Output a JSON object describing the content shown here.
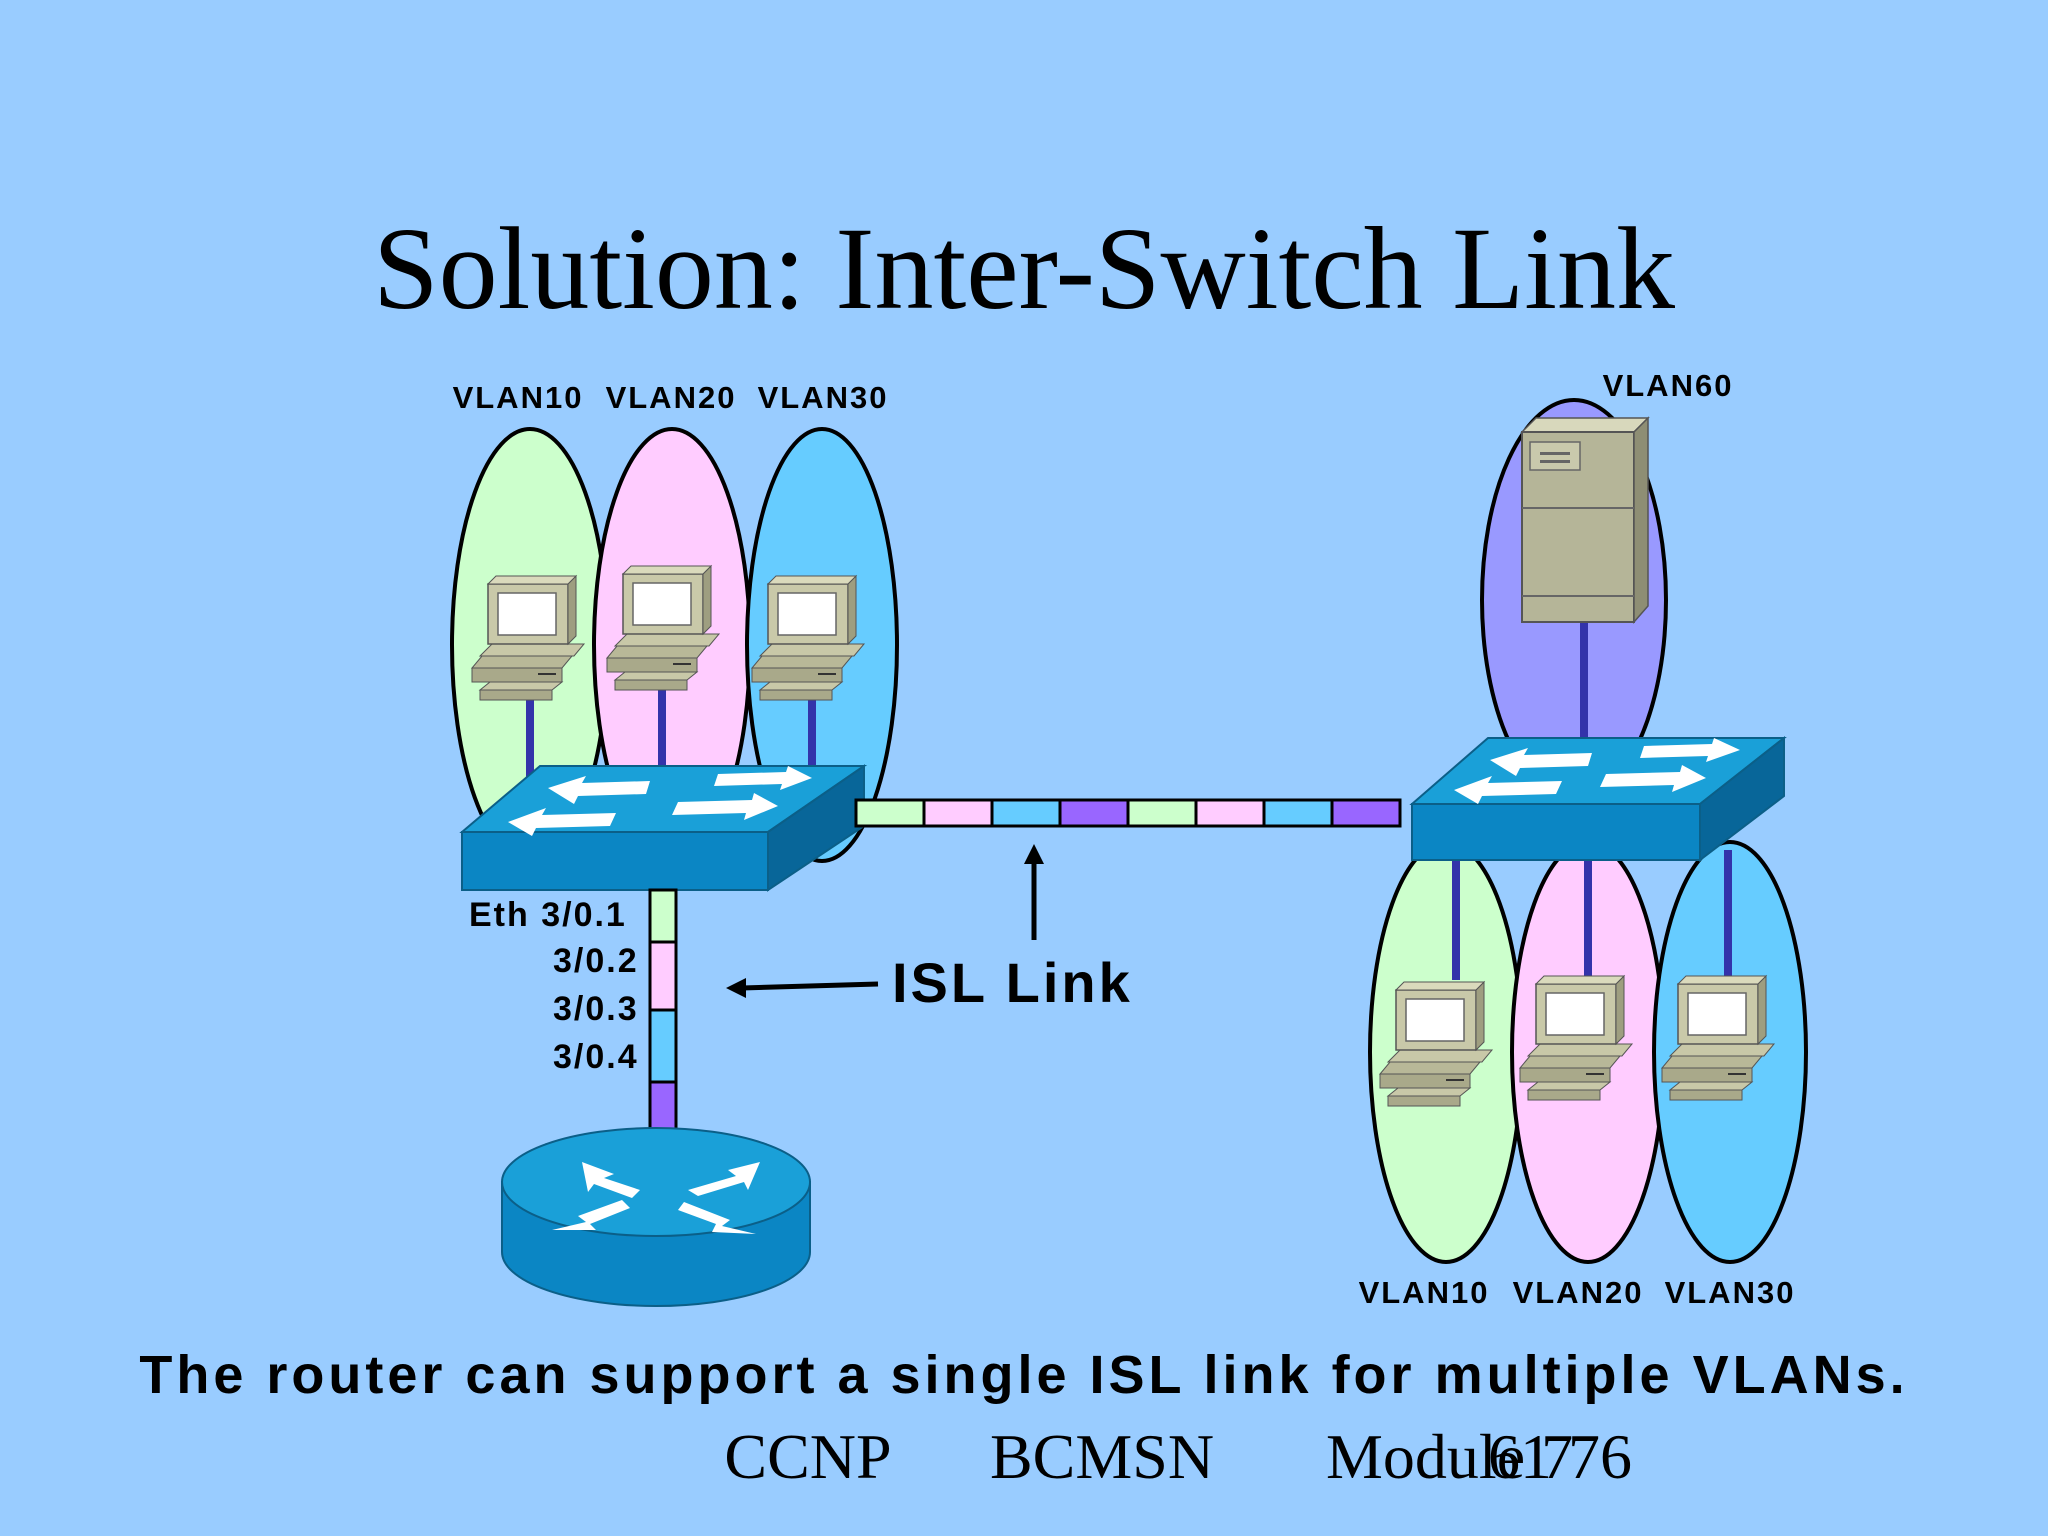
{
  "title": "Solution: Inter-Switch Link",
  "left_vlans": [
    "VLAN10",
    "VLAN20",
    "VLAN30"
  ],
  "right_top_vlan": "VLAN60",
  "right_bottom_vlans": [
    "VLAN10",
    "VLAN20",
    "VLAN30"
  ],
  "interfaces": [
    "Eth 3/0.1",
    "3/0.2",
    "3/0.3",
    "3/0.4"
  ],
  "isl_label": "ISL Link",
  "caption": "The router can support a single ISL link for multiple VLANs.",
  "footer": {
    "course": "CCNP",
    "exam": "BCMSN",
    "module": "Module 7",
    "page": "61",
    "page_overlap": "76"
  },
  "colors": {
    "background": "#99ccff",
    "vlan10": "#ccffcc",
    "vlan20": "#ffccff",
    "vlan30": "#66ccff",
    "vlan60": "#9999ff",
    "switch_top": "#1aa0d8",
    "switch_side": "#0a78b0",
    "isl_violet": "#9966ff"
  },
  "icons": [
    "workstation-icon",
    "server-icon",
    "switch-icon",
    "router-icon",
    "arrow-icon"
  ]
}
